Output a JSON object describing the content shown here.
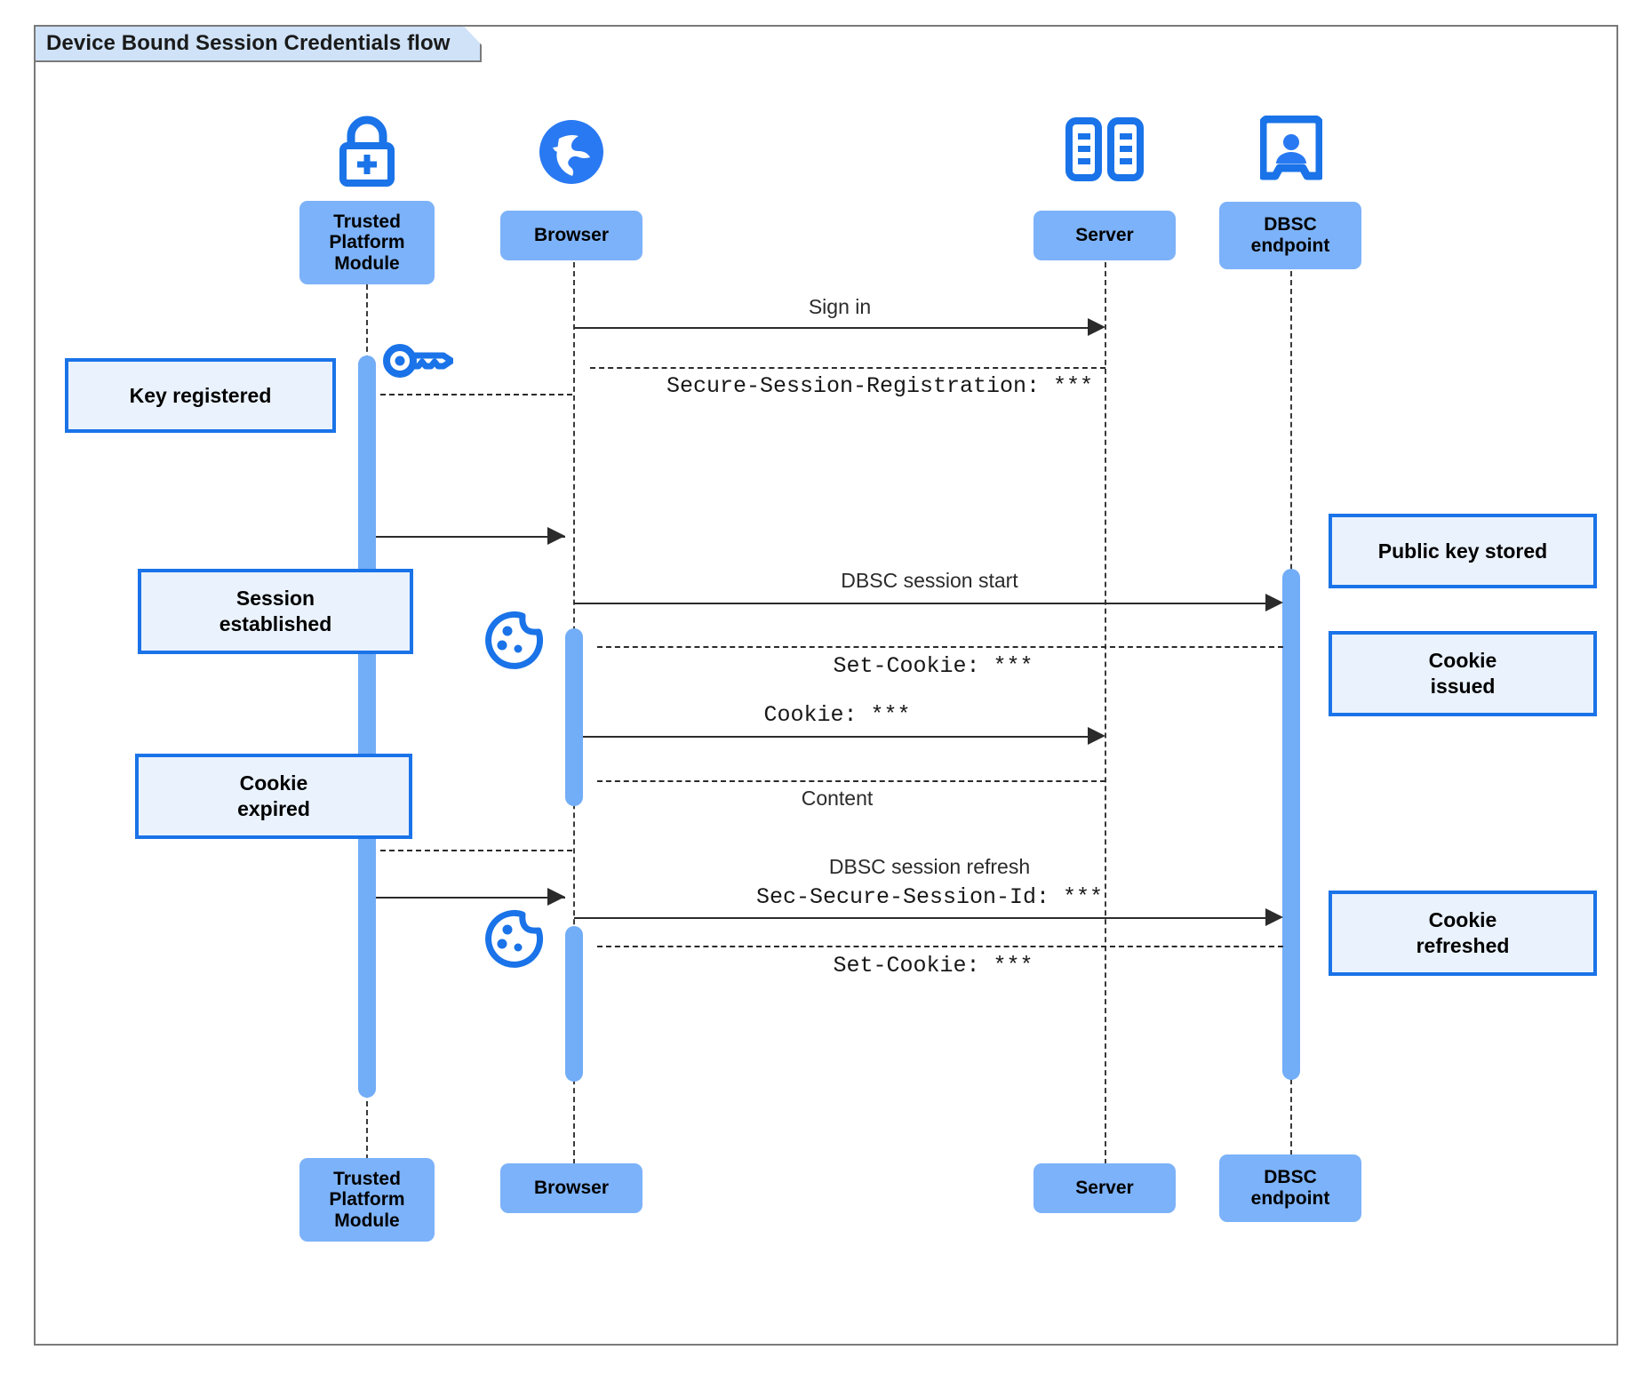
{
  "frame": {
    "title": "Device Bound Session Credentials flow"
  },
  "participants": [
    {
      "id": "tpm",
      "label": "Trusted\nPlatform\nModule",
      "icon": "padlock-plus-icon"
    },
    {
      "id": "browser",
      "label": "Browser",
      "icon": "globe-icon"
    },
    {
      "id": "server",
      "label": "Server",
      "icon": "server-racks-icon"
    },
    {
      "id": "dbsc",
      "label": "DBSC\nendpoint",
      "icon": "id-badge-icon"
    }
  ],
  "messages": [
    {
      "id": "m1",
      "from": "browser",
      "to": "server",
      "style": "solid",
      "label": "Sign in",
      "font": "sans"
    },
    {
      "id": "m2",
      "from": "server",
      "to": "browser",
      "style": "dashed",
      "label": "Secure-Session-Registration: ***",
      "font": "mono"
    },
    {
      "id": "m3",
      "from": "browser",
      "to": "tpm",
      "style": "dashed",
      "label": "",
      "font": "mono"
    },
    {
      "id": "m4",
      "from": "tpm",
      "to": "browser",
      "style": "solid",
      "label": "",
      "font": "sans"
    },
    {
      "id": "m5",
      "from": "browser",
      "to": "dbsc",
      "style": "solid",
      "label": "DBSC session start",
      "font": "sans"
    },
    {
      "id": "m6",
      "from": "dbsc",
      "to": "browser",
      "style": "dashed",
      "label": "Set-Cookie: ***",
      "font": "mono"
    },
    {
      "id": "m7",
      "from": "browser",
      "to": "server",
      "style": "solid",
      "label": "Cookie: ***",
      "font": "mono"
    },
    {
      "id": "m8",
      "from": "server",
      "to": "browser",
      "style": "dashed",
      "label": "Content",
      "font": "sans"
    },
    {
      "id": "m9",
      "from": "browser",
      "to": "tpm",
      "style": "dashed",
      "label": "",
      "font": "sans"
    },
    {
      "id": "m10",
      "from": "tpm",
      "to": "browser",
      "style": "solid",
      "label": "",
      "font": "sans"
    },
    {
      "id": "m11",
      "from": "browser",
      "to": "dbsc",
      "style": "solid",
      "label": "DBSC session refresh",
      "label2": "Sec-Secure-Session-Id: ***",
      "font": "sans"
    },
    {
      "id": "m12",
      "from": "dbsc",
      "to": "browser",
      "style": "dashed",
      "label": "Set-Cookie: ***",
      "font": "mono"
    }
  ],
  "notes": [
    {
      "id": "n1",
      "text": "Key registered",
      "side": "left"
    },
    {
      "id": "n2",
      "text": "Session\nestablished",
      "side": "left"
    },
    {
      "id": "n3",
      "text": "Cookie\nexpired",
      "side": "left"
    },
    {
      "id": "n4",
      "text": "Public key stored",
      "side": "right"
    },
    {
      "id": "n5",
      "text": "Cookie\nissued",
      "side": "right"
    },
    {
      "id": "n6",
      "text": "Cookie\nrefreshed",
      "side": "right"
    }
  ],
  "inline_icons": [
    {
      "id": "key",
      "name": "key-icon",
      "near": "tpm"
    },
    {
      "id": "cookie1",
      "name": "cookie-icon",
      "near": "browser"
    },
    {
      "id": "cookie2",
      "name": "cookie-icon",
      "near": "browser"
    }
  ],
  "colors": {
    "participant_fill": "#7cb2f9",
    "activation_fill": "#72adf7",
    "note_fill": "#eaf2fd",
    "note_border": "#1a73e8",
    "icon_blue": "#1a73e8",
    "frame_border": "#7a7a7a",
    "frame_tab_fill": "#cfe2f7",
    "line": "#2b2b2b"
  }
}
